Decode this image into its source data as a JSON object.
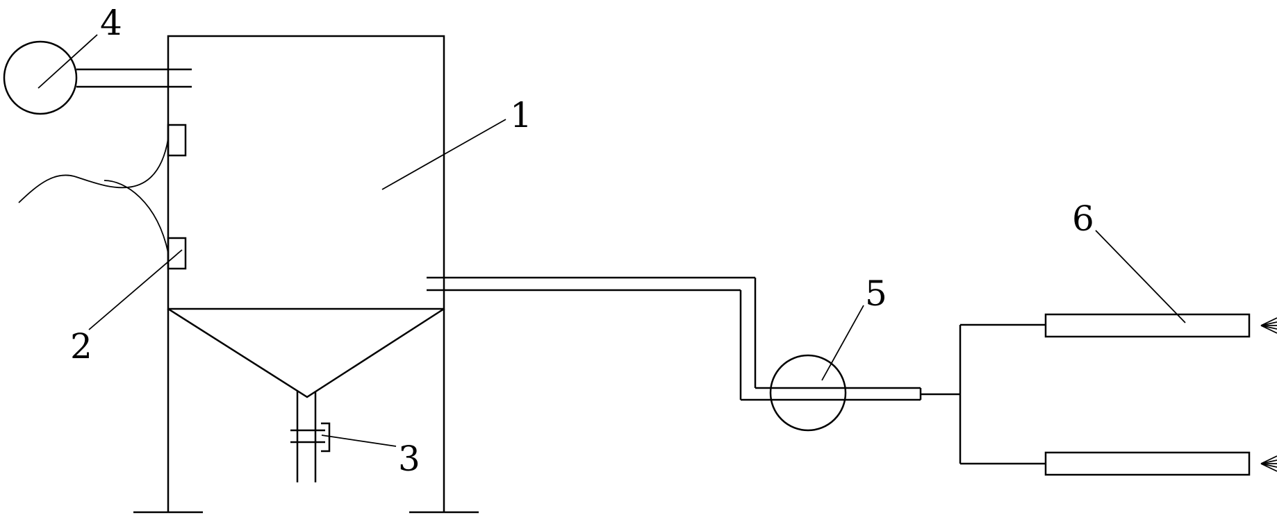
{
  "labels": {
    "tank": "1",
    "level_sensor": "2",
    "valve": "3",
    "top_pump": "4",
    "pump": "5",
    "nozzle": "6"
  }
}
